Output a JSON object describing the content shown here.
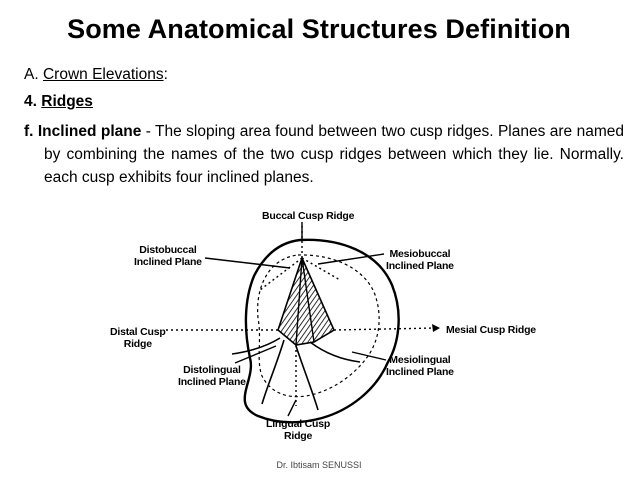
{
  "title": "Some Anatomical Structures Definition",
  "section": {
    "prefix": "A.",
    "label": "Crown Elevations",
    "suffix": ":"
  },
  "subsection": {
    "number": "4.",
    "label": "Ridges"
  },
  "definition": {
    "term": "f.  Inclined plane",
    "text": " - The sloping area found between two cusp ridges. Planes are named by combining the names of the two cusp ridges between which they lie. Normally. each cusp exhibits four inclined planes."
  },
  "diagram_labels": {
    "buccal_cusp_ridge": "Buccal Cusp Ridge",
    "distobuccal": [
      "Distobuccal",
      "Inclined Plane"
    ],
    "mesiobuccal": [
      "Mesiobuccal",
      "Inclined Plane"
    ],
    "distal_cusp_ridge": [
      "Distal Cusp",
      "Ridge"
    ],
    "mesial_cusp_ridge": "Mesial Cusp Ridge",
    "distolingual": [
      "Distolingual",
      "Inclined Plane"
    ],
    "mesiolingual": [
      "Mesiolingual",
      "Inclined Plane"
    ],
    "lingual_cusp_ridge": [
      "Lingual Cusp",
      "Ridge"
    ]
  },
  "footer": "Dr. Ibtisam SENUSSI"
}
